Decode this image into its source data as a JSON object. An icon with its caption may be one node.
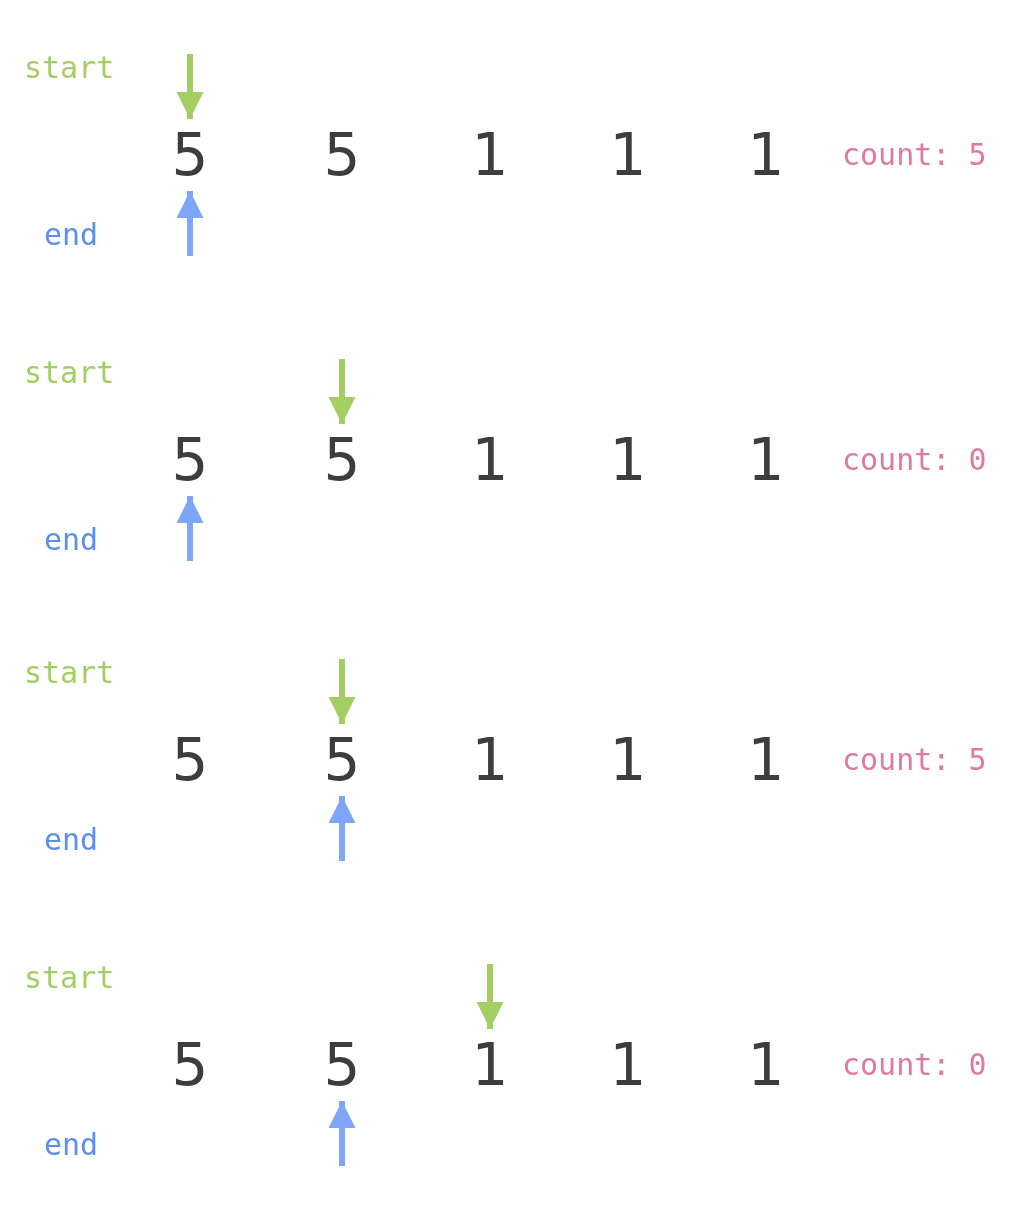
{
  "diagram": {
    "nodes": [
      {
        "text": [
          "5"
        ]
      },
      {
        "text": [
          "5"
        ]
      },
      {
        "text": [
          "1"
        ]
      },
      {
        "text": [
          "1"
        ]
      },
      {
        "text": [
          "1"
        ]
      },
      {
        "text": [
          "5"
        ]
      },
      {
        "text": [
          "5"
        ]
      },
      {
        "text": [
          "1"
        ]
      },
      {
        "text": [
          "1"
        ]
      },
      {
        "text": [
          "1"
        ]
      },
      {
        "text": [
          "5"
        ]
      },
      {
        "text": [
          "5"
        ]
      },
      {
        "text": [
          "1"
        ]
      },
      {
        "text": [
          "1"
        ]
      },
      {
        "text": [
          "1"
        ]
      },
      {
        "text": [
          "5"
        ]
      },
      {
        "text": [
          "5"
        ]
      },
      {
        "text": [
          "1"
        ]
      },
      {
        "text": [
          "1"
        ]
      },
      {
        "text": [
          "1"
        ]
      }
    ],
    "edges": [
      {
        "from": null,
        "to": 0,
        "arrow": "to",
        "color": "#a3cf62"
      },
      {
        "from": null,
        "to": 0,
        "arrow": "to",
        "color": "#7ea6f6"
      },
      {
        "from": null,
        "to": 6,
        "arrow": "to",
        "color": "#a3cf62"
      },
      {
        "from": null,
        "to": 5,
        "arrow": "to",
        "color": "#7ea6f6"
      },
      {
        "from": null,
        "to": 11,
        "arrow": "to",
        "color": "#a3cf62"
      },
      {
        "from": null,
        "to": 11,
        "arrow": "to",
        "color": "#7ea6f6"
      },
      {
        "from": null,
        "to": 17,
        "arrow": "to",
        "color": "#a3cf62"
      },
      {
        "from": null,
        "to": 16,
        "arrow": "to",
        "color": "#7ea6f6"
      }
    ],
    "labels": [
      "start",
      "count: 5",
      "end",
      "start",
      "count: 0",
      "end",
      "start",
      "count: 5",
      "end",
      "start",
      "count: 0",
      "end"
    ]
  }
}
